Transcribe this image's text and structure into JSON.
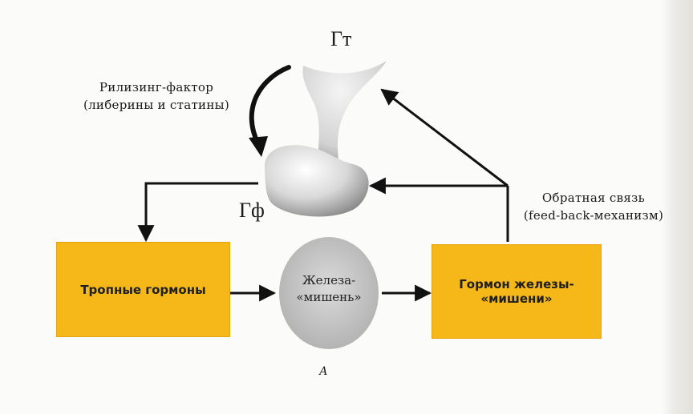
{
  "labels": {
    "hypothalamus": "Гт",
    "pituitary": "Гф",
    "releasing_factor_line1": "Рилизинг-фактор",
    "releasing_factor_line2": "(либерины и статины)",
    "feedback_line1": "Обратная связь",
    "feedback_line2": "(feed-back-механизм)",
    "figure_letter": "А"
  },
  "boxes": {
    "tropic_hormones": "Тропные гормоны",
    "target_hormone_line1": "Гормон железы-",
    "target_hormone_line2": "«мишени»"
  },
  "gland": {
    "line1": "Железа-",
    "line2": "«мишень»"
  },
  "colors": {
    "box_fill": "#f6b819",
    "arrow": "#111111",
    "gland_fill": "#c9c9c9"
  }
}
